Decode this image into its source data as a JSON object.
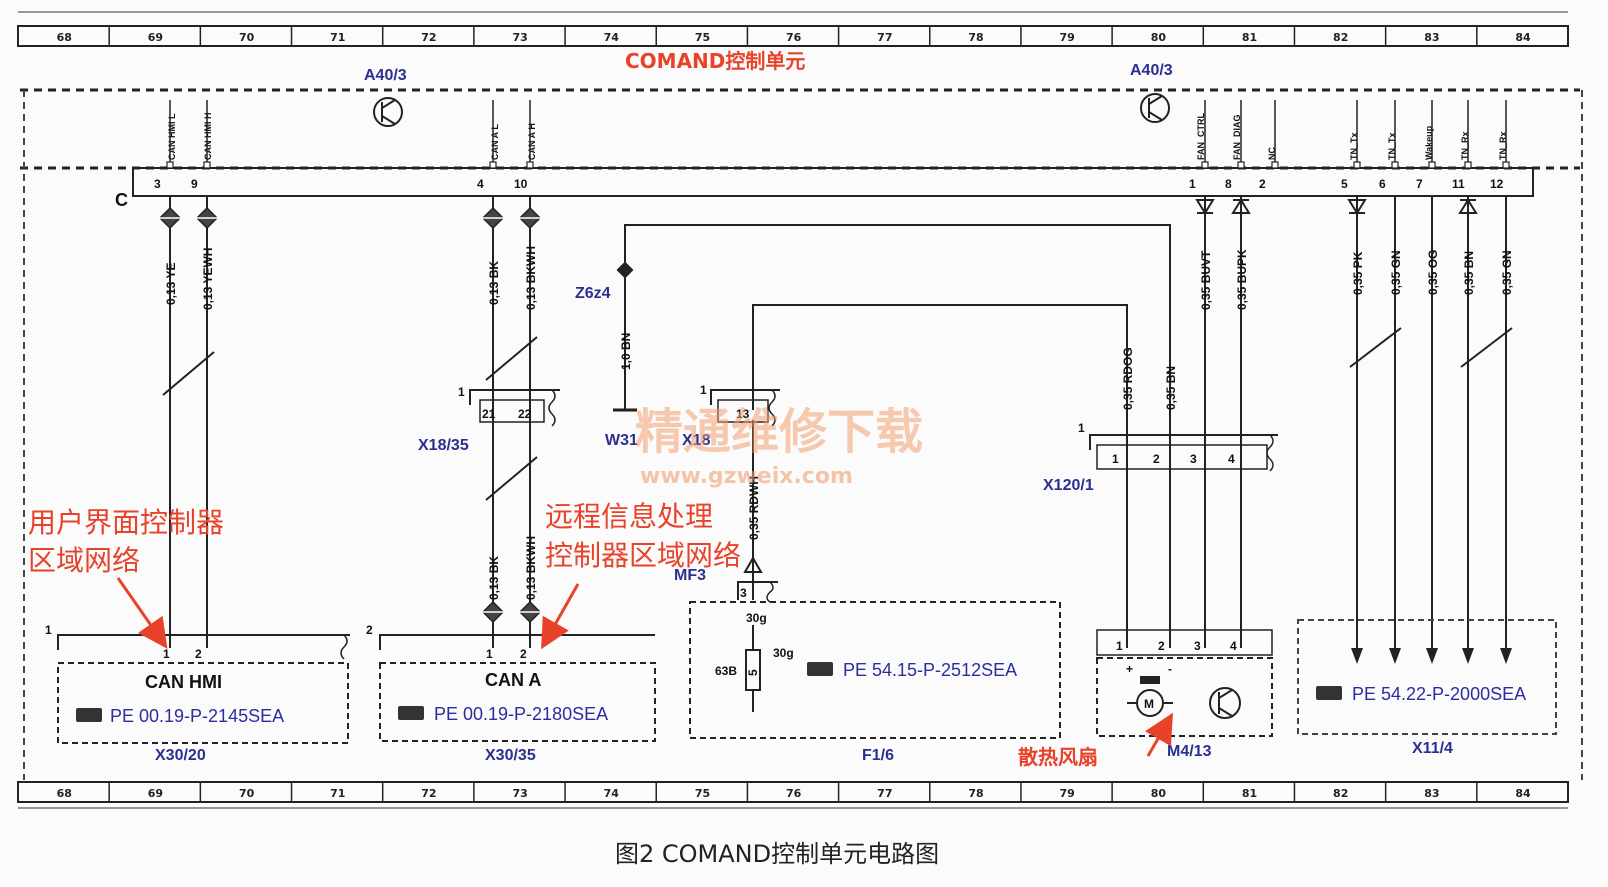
{
  "ruler": {
    "cells": [
      "68",
      "69",
      "70",
      "71",
      "72",
      "73",
      "74",
      "75",
      "76",
      "77",
      "78",
      "79",
      "80",
      "81",
      "82",
      "83",
      "84"
    ]
  },
  "header": {
    "title": "COMAND控制单元",
    "ref_left": "A40/3",
    "ref_right": "A40/3",
    "conn_c": "C"
  },
  "signals": {
    "can_hmi_l": "CAN HMI L",
    "can_hmi_h": "CAN HMI H",
    "can_a_l": "CAN A L",
    "can_a_h": "CAN A H",
    "fan_ctrl": "FAN_CTRL",
    "fan_diag": "FAN_DIAG",
    "nc": "NC",
    "tn_tx": "TN_Tx",
    "tn_tx2": "TN_Tx",
    "wakeup": "Wakeup",
    "tn_rx": "TN_Rx",
    "tn_rx2": "TN_Rx"
  },
  "pins_top": [
    "3",
    "9",
    "4",
    "10",
    "1",
    "8",
    "2",
    "5",
    "6",
    "7",
    "11",
    "12"
  ],
  "wires": [
    "0,13 YE",
    "0,13 YEWH",
    "0,13 BK",
    "0,13 BKWH",
    "1,0 BN",
    "0,35 BUVT",
    "0,35 BUPK",
    "0,35 PK",
    "0,35 GN",
    "0,35 OG",
    "0,35 BN",
    "0,35 GN"
  ],
  "wires_lower": [
    "0,13 BK",
    "0,13 BKWH",
    "0,35 RDWH",
    "0,35 RDOG",
    "0,35 BN"
  ],
  "connectors": {
    "x18_35": "X18/35",
    "x18": "X18",
    "w31": "W31",
    "z6z4": "Z6z4",
    "x120_1": "X120/1",
    "mf3": "MF3",
    "x30_20": "X30/20",
    "x30_35": "X30/35",
    "f1_6": "F1/6",
    "m4_13": "M4/13",
    "x11_4": "X11/4"
  },
  "pins_misc": {
    "x18_35_a": "21",
    "x18_35_b": "22",
    "x18_35_n": "1",
    "x18_pin": "13",
    "x18_n": "1",
    "x120_n": "1",
    "x120_p1": "1",
    "x120_p2": "2",
    "x120_p3": "3",
    "x120_p4": "4",
    "mf3_pin": "3",
    "fuse_a": "30g",
    "fuse_b": "30g",
    "fuse_c": "63B",
    "fuse_d": "5",
    "box1_n": "1",
    "box1_p1": "1",
    "box1_p2": "2",
    "box2_n": "2",
    "box2_p1": "1",
    "box2_p2": "2",
    "m4_p1": "1",
    "m4_p2": "2",
    "m4_p3": "3",
    "m4_p4": "4",
    "m4_plus": "+",
    "m4_minus": "-",
    "m4_motor": "M"
  },
  "blocks": {
    "can_hmi": "CAN HMI",
    "can_a": "CAN A",
    "ref1": "PE 00.19-P-2145SEA",
    "ref2": "PE 00.19-P-2180SEA",
    "ref3": "PE 54.15-P-2512SEA",
    "ref4": "PE 54.22-P-2000SEA"
  },
  "annotations": {
    "hmi_1": "用户界面控制器",
    "hmi_2": "区域网络",
    "tele_1": "远程信息处理",
    "tele_2": "控制器区域网络",
    "fan": "散热风扇"
  },
  "watermark": {
    "line1": "精通维修下载",
    "line2": "www.gzweix.com"
  },
  "caption": "图2 COMAND控制单元电路图"
}
